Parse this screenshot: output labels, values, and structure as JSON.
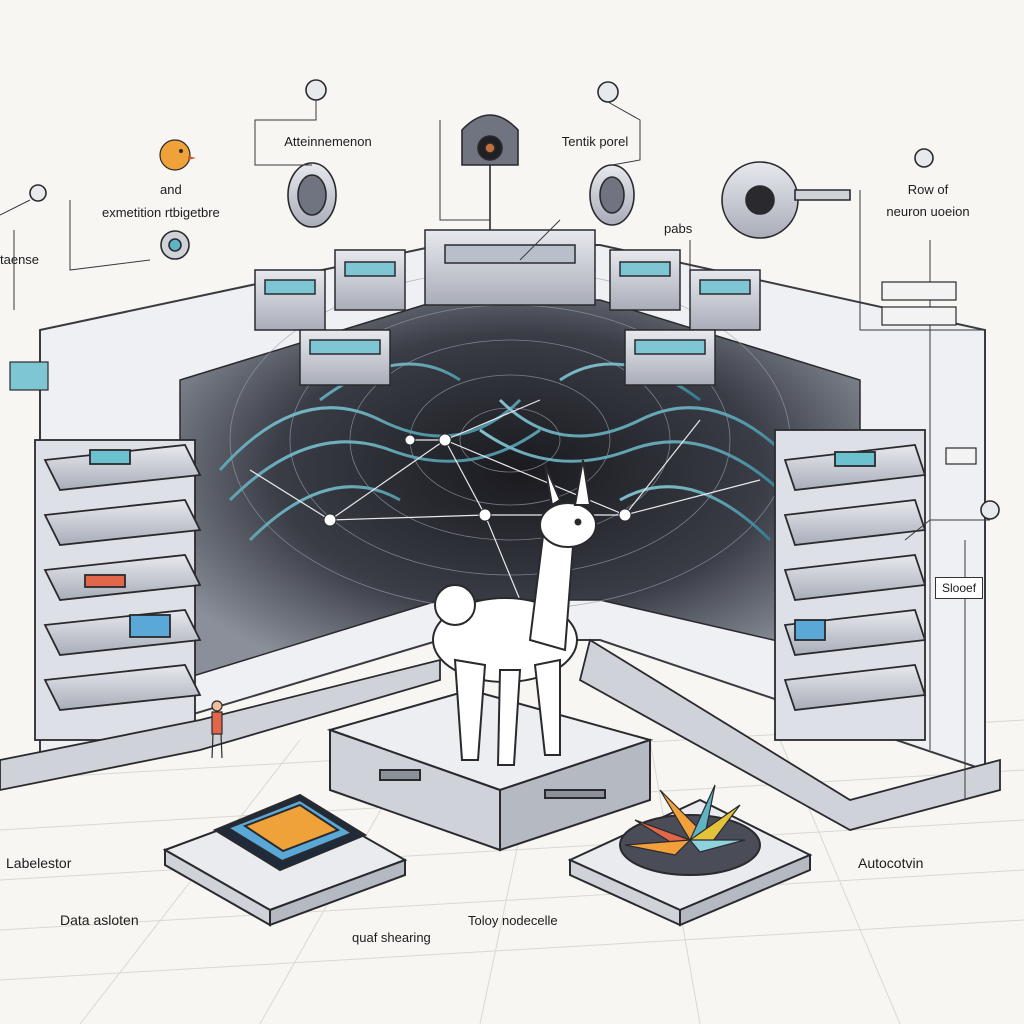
{
  "labels": {
    "attention": "Atteinnemenon",
    "tensor_pool": "Tentik porel",
    "and": "and",
    "architecture": "exmetition rtbigetbre",
    "tensor_left": "taense",
    "row_of": "Row of",
    "neuron": "neuron uoeion",
    "pabs": "pabs",
    "labelestor": "Labelestor",
    "data": "Data asloten",
    "quaf_shearing": "quaf shearing",
    "toloy_nodecelle": "Toloy nodecelle",
    "autoconvin": "Autocotvin",
    "slooef": "Slooef"
  },
  "colors": {
    "background": "#f7f6f2",
    "metal": "#c9ccd3",
    "teal": "#5fb3c2",
    "ink": "#2a2a2e",
    "llama": "#ffffff",
    "chip_orange": "#f0a23a"
  }
}
